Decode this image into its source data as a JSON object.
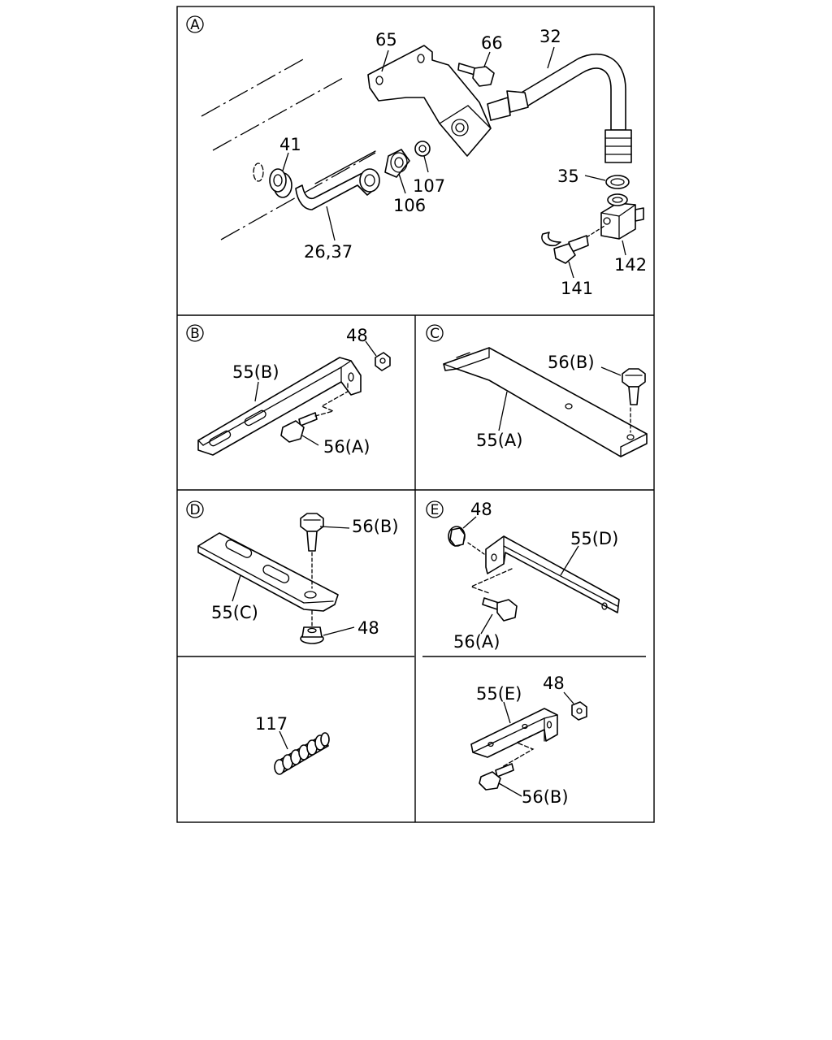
{
  "sections": {
    "A": "A",
    "B": "B",
    "C": "C",
    "D": "D",
    "E": "E"
  },
  "labels": {
    "a_65": "65",
    "a_66": "66",
    "a_32": "32",
    "a_41": "41",
    "a_107": "107",
    "a_106": "106",
    "a_35": "35",
    "a_26_37": "26,37",
    "a_142": "142",
    "a_141": "141",
    "b_48": "48",
    "b_55b": "55(B)",
    "b_56a": "56(A)",
    "c_56b": "56(B)",
    "c_55a": "55(A)",
    "d_56b": "56(B)",
    "d_55c": "55(C)",
    "d_48": "48",
    "e_48": "48",
    "e_55d": "55(D)",
    "e_56a": "56(A)",
    "f_117": "117",
    "g_55e": "55(E)",
    "g_48": "48",
    "g_56b": "56(B)"
  }
}
